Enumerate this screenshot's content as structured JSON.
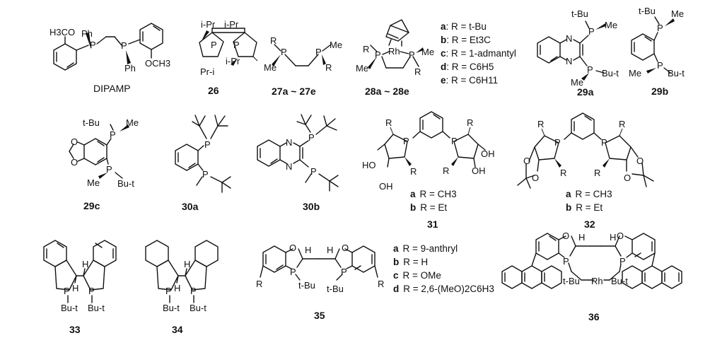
{
  "compounds": [
    {
      "id": "dipamp",
      "name": "DIPAMP",
      "atoms": [
        "H3CO",
        "Ph",
        "P",
        "P",
        "Ph",
        "OCH3"
      ]
    },
    {
      "id": "c26",
      "name": "26",
      "atoms": [
        "i-Pr",
        "i-Pr",
        "P",
        "P",
        "i-Pr",
        "Pr-i"
      ]
    },
    {
      "id": "c27",
      "name": "27a ~ 27e",
      "atoms": [
        "R",
        "P",
        "Me",
        "Me",
        "P",
        "R"
      ]
    },
    {
      "id": "c28",
      "name": "28a ~ 28e",
      "atoms": [
        "Rh",
        "R",
        "P",
        "Me",
        "P",
        "Me",
        "R"
      ]
    },
    {
      "id": "c29a",
      "name": "29a",
      "atoms": [
        "t-Bu",
        "P",
        "Me",
        "N",
        "N",
        "P",
        "Me",
        "Bu-t"
      ]
    },
    {
      "id": "c29b",
      "name": "29b",
      "atoms": [
        "t-Bu",
        "Me",
        "P",
        "P",
        "Me",
        "Bu-t"
      ]
    },
    {
      "id": "c29c",
      "name": "29c",
      "atoms": [
        "t-Bu",
        "P",
        "Me",
        "O",
        "O",
        "P",
        "Me",
        "Bu-t"
      ]
    },
    {
      "id": "c30a",
      "name": "30a",
      "atoms": [
        "P",
        "P"
      ]
    },
    {
      "id": "c30b",
      "name": "30b",
      "atoms": [
        "N",
        "N",
        "P",
        "P"
      ]
    },
    {
      "id": "c31",
      "name": "31",
      "atoms": [
        "R",
        "P",
        "P",
        "R",
        "HO",
        "R",
        "R",
        "OH",
        "OH",
        "OH"
      ]
    },
    {
      "id": "c32",
      "name": "32",
      "atoms": [
        "R",
        "P",
        "P",
        "R",
        "O",
        "O",
        "R",
        "R",
        "O",
        "O"
      ]
    },
    {
      "id": "c33",
      "name": "33",
      "atoms": [
        "H",
        "H",
        "P",
        "P",
        "Bu-t",
        "Bu-t"
      ]
    },
    {
      "id": "c34",
      "name": "34",
      "atoms": [
        "H",
        "H",
        "P",
        "P",
        "Bu-t",
        "Bu-t"
      ]
    },
    {
      "id": "c35",
      "name": "35",
      "atoms": [
        "O",
        "H",
        "H",
        "O",
        "P",
        "P",
        "R",
        "t-Bu",
        "t-Bu",
        "R"
      ]
    },
    {
      "id": "c36",
      "name": "36",
      "atoms": [
        "O",
        "H",
        "H",
        "O",
        "P",
        "P",
        "t-Bu",
        "Rh",
        "Bu-t"
      ]
    }
  ],
  "r_groups": {
    "c28": [
      {
        "key": "a",
        "text": ": R = t-Bu"
      },
      {
        "key": "b",
        "text": ": R = Et3C"
      },
      {
        "key": "c",
        "text": ": R = 1-admantyl"
      },
      {
        "key": "d",
        "text": ": R = C6H5"
      },
      {
        "key": "e",
        "text": ": R = C6H11"
      }
    ],
    "c31": [
      {
        "key": "a",
        "text": "R = CH3"
      },
      {
        "key": "b",
        "text": "R = Et"
      }
    ],
    "c32": [
      {
        "key": "a",
        "text": "R = CH3"
      },
      {
        "key": "b",
        "text": "R = Et"
      }
    ],
    "c35": [
      {
        "key": "a",
        "text": "R = 9-anthryl"
      },
      {
        "key": "b",
        "text": "R = H"
      },
      {
        "key": "c",
        "text": "R = OMe"
      },
      {
        "key": "d",
        "text": "R = 2,6-(MeO)2C6H3"
      }
    ]
  }
}
